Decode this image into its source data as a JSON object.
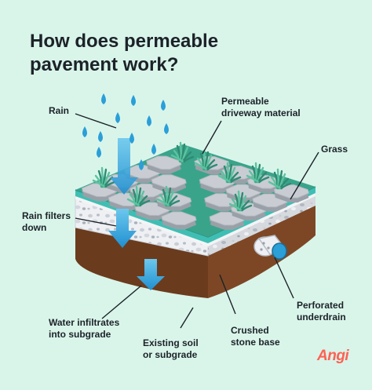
{
  "title": {
    "line1": "How does permeable",
    "line2": "pavement work?"
  },
  "labels": {
    "rain": "Rain",
    "permeable_material": {
      "line1": "Permeable",
      "line2": "driveway material"
    },
    "grass": "Grass",
    "rain_filters": {
      "line1": "Rain filters",
      "line2": "down"
    },
    "perforated": {
      "line1": "Perforated",
      "line2": "underdrain"
    },
    "water_infiltrates": {
      "line1": "Water infiltrates",
      "line2": "into subgrade"
    },
    "crushed": {
      "line1": "Crushed",
      "line2": "stone base"
    },
    "existing_soil": {
      "line1": "Existing soil",
      "line2": "or subgrade"
    }
  },
  "logo": "Angi",
  "colors": {
    "background": "#d9f5ea",
    "text": "#1c2228",
    "paver_top": "#c9cdd3",
    "paver_side": "#9aa0a8",
    "soil": "#6b3b1d",
    "stone_base": "#eef0f3",
    "water_blue": "#2a9fd8",
    "grass_green": "#3aa48a",
    "glass_edge": "#3fbfb3",
    "logo": "#ff6153"
  },
  "icons": [
    "raindrop-icon",
    "down-arrow-icon",
    "grass-tuft-icon",
    "pipe-icon"
  ]
}
